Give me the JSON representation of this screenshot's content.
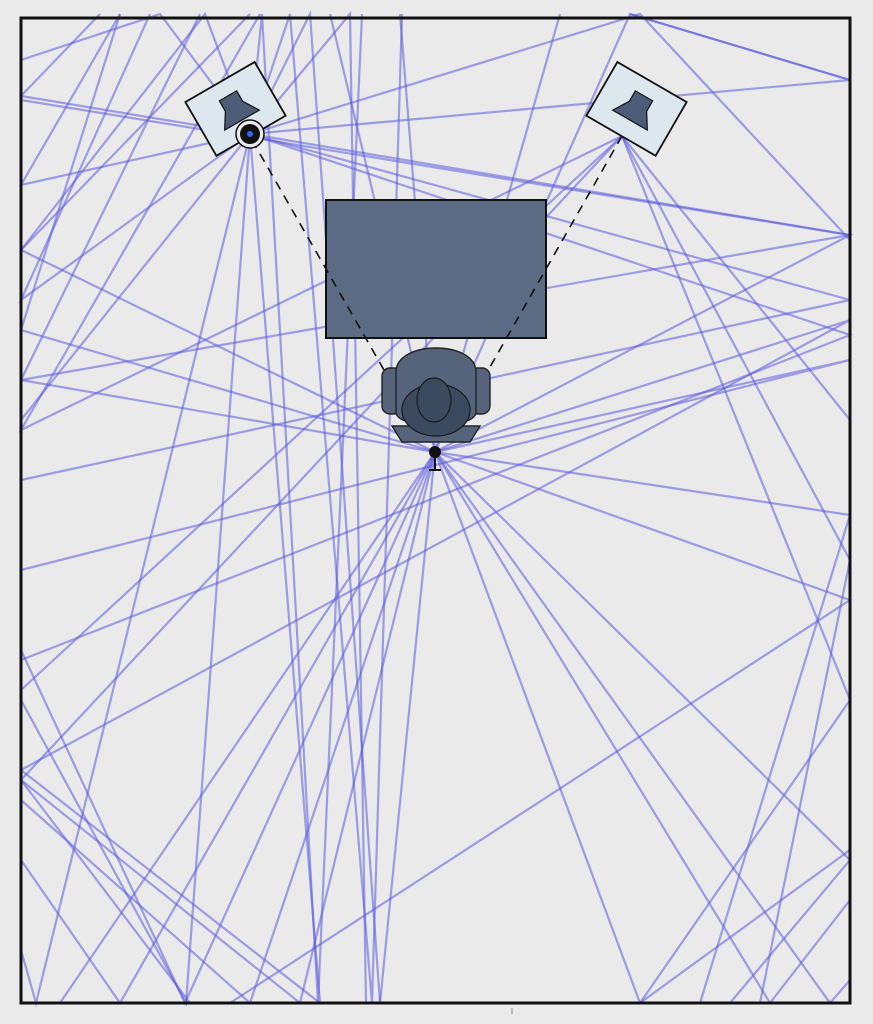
{
  "diagram": {
    "colors": {
      "background": "#eaeaea",
      "ray": "#5a5adf",
      "wall": "#111111",
      "desk": "#5c6b84",
      "speaker_panel": "#dde8ee",
      "speaker_body": "#4d5d78"
    },
    "elements": [
      "room-walls",
      "left-speaker-icon",
      "right-speaker-icon",
      "desk",
      "office-chair-icon",
      "listener-icon",
      "microphone-icon",
      "reflection-rays"
    ]
  }
}
